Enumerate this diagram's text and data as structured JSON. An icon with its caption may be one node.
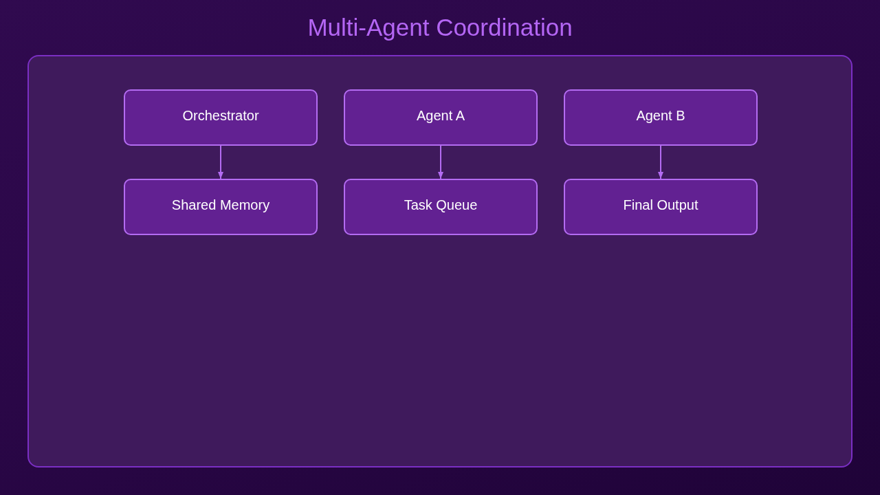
{
  "diagram": {
    "title": "Multi-Agent Coordination",
    "nodes": [
      {
        "text": [],
        "shape": "box"
      },
      {
        "text": [
          "Orchestrator"
        ],
        "in": 0
      },
      {
        "text": [
          "Agent A"
        ],
        "in": 0
      },
      {
        "text": [
          "Agent B"
        ],
        "in": 0
      },
      {
        "text": [
          "Shared Memory"
        ],
        "in": 0
      },
      {
        "text": [
          "Task Queue"
        ],
        "in": 0
      },
      {
        "text": [
          "Final Output"
        ],
        "in": 0
      }
    ],
    "edges": [
      {
        "from": 1,
        "to": 4,
        "arrow": "to"
      },
      {
        "from": 2,
        "to": 5,
        "arrow": "to"
      },
      {
        "from": 3,
        "to": 6,
        "arrow": "to"
      }
    ]
  }
}
